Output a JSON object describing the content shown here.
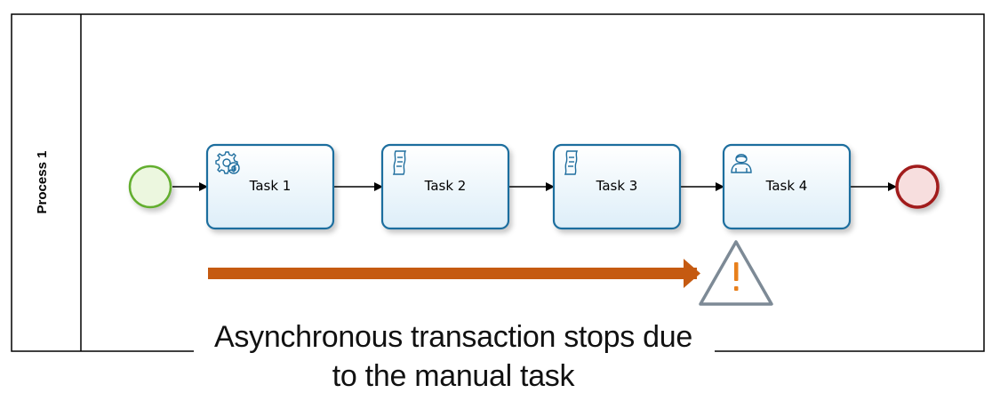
{
  "pool": {
    "label": "Process 1"
  },
  "tasks": [
    {
      "label": "Task 1",
      "icon": "gear-icon"
    },
    {
      "label": "Task 2",
      "icon": "script-icon"
    },
    {
      "label": "Task 3",
      "icon": "script-icon"
    },
    {
      "label": "Task 4",
      "icon": "user-icon"
    }
  ],
  "events": {
    "start": "start-event",
    "end": "end-event"
  },
  "annotation": {
    "line1": "Asynchronous transaction stops due",
    "line2": "to the manual task",
    "arrow_color": "#C55A11",
    "warning_color": "#E8801C",
    "warning_stroke": "#7D8A96"
  },
  "colors": {
    "task_stroke": "#1F6E9E",
    "task_fill_top": "#FFFFFF",
    "task_fill_bottom": "#E2F0F8",
    "start_stroke": "#5BA82A",
    "start_fill": "#EAF6DC",
    "end_stroke": "#9E1B1B",
    "end_fill": "#F6DADA"
  }
}
